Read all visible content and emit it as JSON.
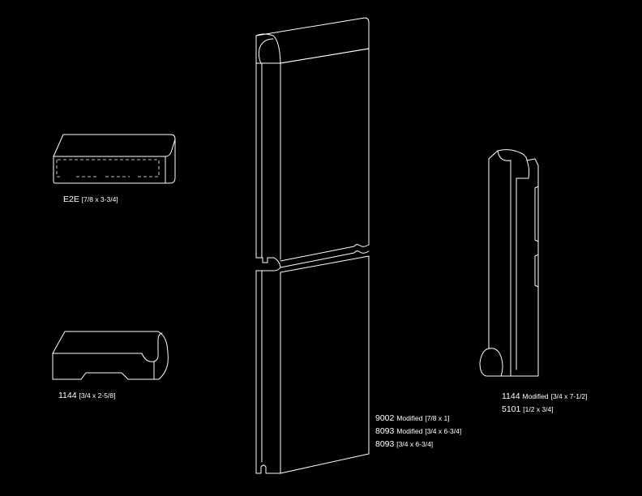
{
  "colors": {
    "background": "#000000",
    "line": "#ffffff"
  },
  "labels": {
    "e2e": {
      "code": "E2E",
      "size": "[7/8 x 3-3/4]"
    },
    "l1144": {
      "code": "1144",
      "size": "[3/4 x 2-5/8]"
    },
    "center": [
      {
        "code": "9002",
        "note": "Modified",
        "size": "[7/8 x 1]"
      },
      {
        "code": "8093",
        "note": "Modified",
        "size": "[3/4 x 6-3/4]"
      },
      {
        "code": "8093",
        "note": "",
        "size": "[3/4 x 6-3/4]"
      }
    ],
    "right": [
      {
        "code": "1144",
        "note": "Modified",
        "size": "[3/4 x 7-1/2]"
      },
      {
        "code": "5101",
        "note": "",
        "size": "[1/2 x 3/4]"
      }
    ]
  }
}
